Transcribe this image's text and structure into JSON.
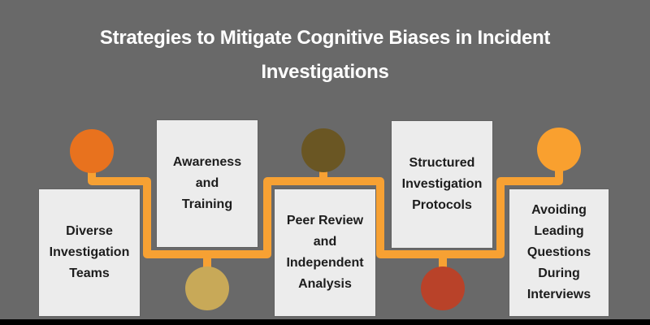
{
  "canvas": {
    "background": "#696969",
    "bottom_bar_color": "#000000"
  },
  "title": {
    "text": "Strategies to Mitigate Cognitive Biases in Incident\nInvestigations",
    "color": "#FFFFFF"
  },
  "connector": {
    "color": "#F7A133"
  },
  "box_style": {
    "fill": "#ECECEC",
    "text_color": "#1D1D1D"
  },
  "steps": [
    {
      "label": "Diverse\nInvestigation\nTeams",
      "circle_color": "#E8721E"
    },
    {
      "label": "Awareness\nand\nTraining",
      "circle_color": "#C8A958"
    },
    {
      "label": "Peer Review\nand\nIndependent\nAnalysis",
      "circle_color": "#6A5623"
    },
    {
      "label": "Structured\nInvestigation\nProtocols",
      "circle_color": "#B94229"
    },
    {
      "label": "Avoiding\nLeading\nQuestions\nDuring\nInterviews",
      "circle_color": "#F9A02F"
    }
  ]
}
